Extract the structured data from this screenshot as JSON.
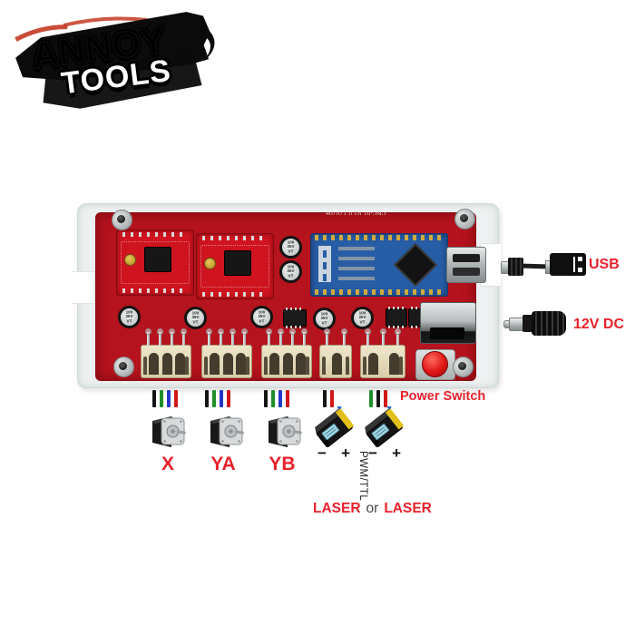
{
  "logo": {
    "top": "ANNOY",
    "bottom": "TOOLS"
  },
  "board": {
    "silkscreen": "CNC-01 V2.0 170706",
    "capacitor_label": [
      "100",
      "35V",
      "VT"
    ],
    "connectors": [
      {
        "name": "motor-x-connector",
        "pins": 4
      },
      {
        "name": "motor-ya-connector",
        "pins": 4
      },
      {
        "name": "motor-yb-connector",
        "pins": 4
      },
      {
        "name": "laser-2pin-connector",
        "pins": 2
      },
      {
        "name": "laser-3pin-connector",
        "pins": 3
      }
    ]
  },
  "callouts": {
    "usb": "USB",
    "dc_power": "12V DC",
    "power_switch": "Power Switch",
    "pwm_ttl": "PWM/TTL",
    "laser_left": "LASER",
    "laser_or": "or",
    "laser_right": "LASER",
    "minus": "−",
    "plus": "+"
  },
  "motors": [
    {
      "label": "X"
    },
    {
      "label": "YA"
    },
    {
      "label": "YB"
    }
  ],
  "wire_sets": [
    {
      "colors": [
        "#141414",
        "#1e8f2a",
        "#2637c8",
        "#d01818"
      ]
    },
    {
      "colors": [
        "#141414",
        "#1e8f2a",
        "#2637c8",
        "#d01818"
      ]
    },
    {
      "colors": [
        "#141414",
        "#1e8f2a",
        "#2637c8",
        "#d01818"
      ]
    },
    {
      "colors": [
        "#141414",
        "#d01818"
      ]
    },
    {
      "colors": [
        "#1e8f2a",
        "#141414",
        "#d01818"
      ]
    }
  ],
  "colors": {
    "accent_red": "#e8212c",
    "pcb_red": "#b5131d",
    "nano_blue": "#275da5"
  }
}
